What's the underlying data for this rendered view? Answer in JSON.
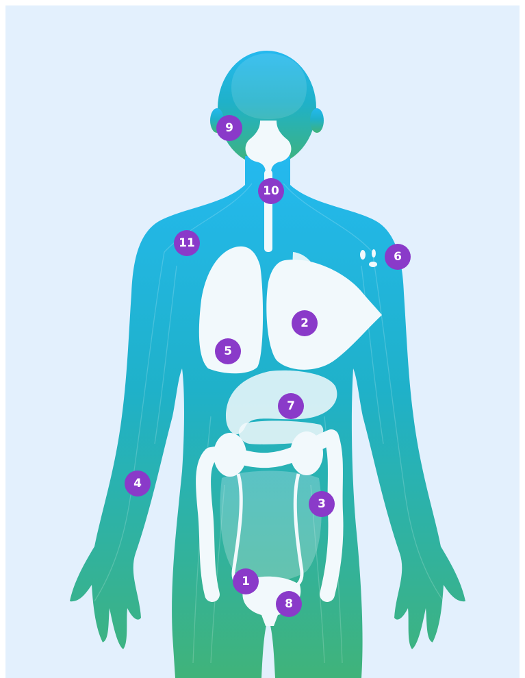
{
  "colors": {
    "background": "#e3f0fd",
    "body_top": "#24b9ef",
    "body_bottom": "#40b37a",
    "organ": "#f2f9fc",
    "marker": "#8a3ac9",
    "marker_text": "#ffffff"
  },
  "markers": [
    {
      "label": "1",
      "organ": "bladder"
    },
    {
      "label": "2",
      "organ": "liver"
    },
    {
      "label": "3",
      "organ": "large-intestine"
    },
    {
      "label": "4",
      "organ": "nerves"
    },
    {
      "label": "5",
      "organ": "lungs"
    },
    {
      "label": "6",
      "organ": "bones"
    },
    {
      "label": "7",
      "organ": "stomach"
    },
    {
      "label": "8",
      "organ": "prostate"
    },
    {
      "label": "9",
      "organ": "brain"
    },
    {
      "label": "10",
      "organ": "thyroid"
    },
    {
      "label": "11",
      "organ": "lymph"
    }
  ]
}
